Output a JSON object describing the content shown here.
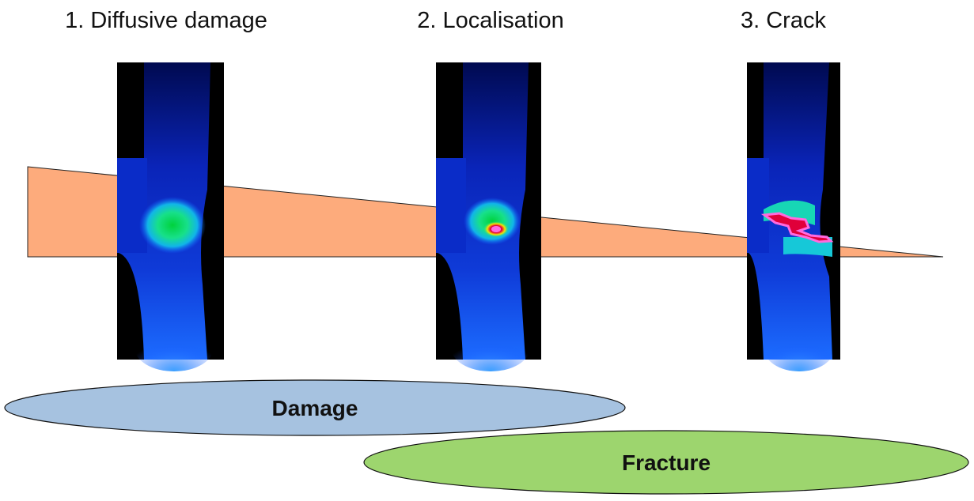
{
  "stages": [
    {
      "label": "1. Diffusive damage"
    },
    {
      "label": "2. Localisation"
    },
    {
      "label": "3. Crack"
    }
  ],
  "regions": {
    "damage": {
      "label": "Damage",
      "color": "#a6c2e0"
    },
    "fracture": {
      "label": "Fracture",
      "color": "#9dd56e"
    }
  },
  "colors": {
    "wedge": "#fdab7c",
    "specimen_background": "#000000"
  }
}
